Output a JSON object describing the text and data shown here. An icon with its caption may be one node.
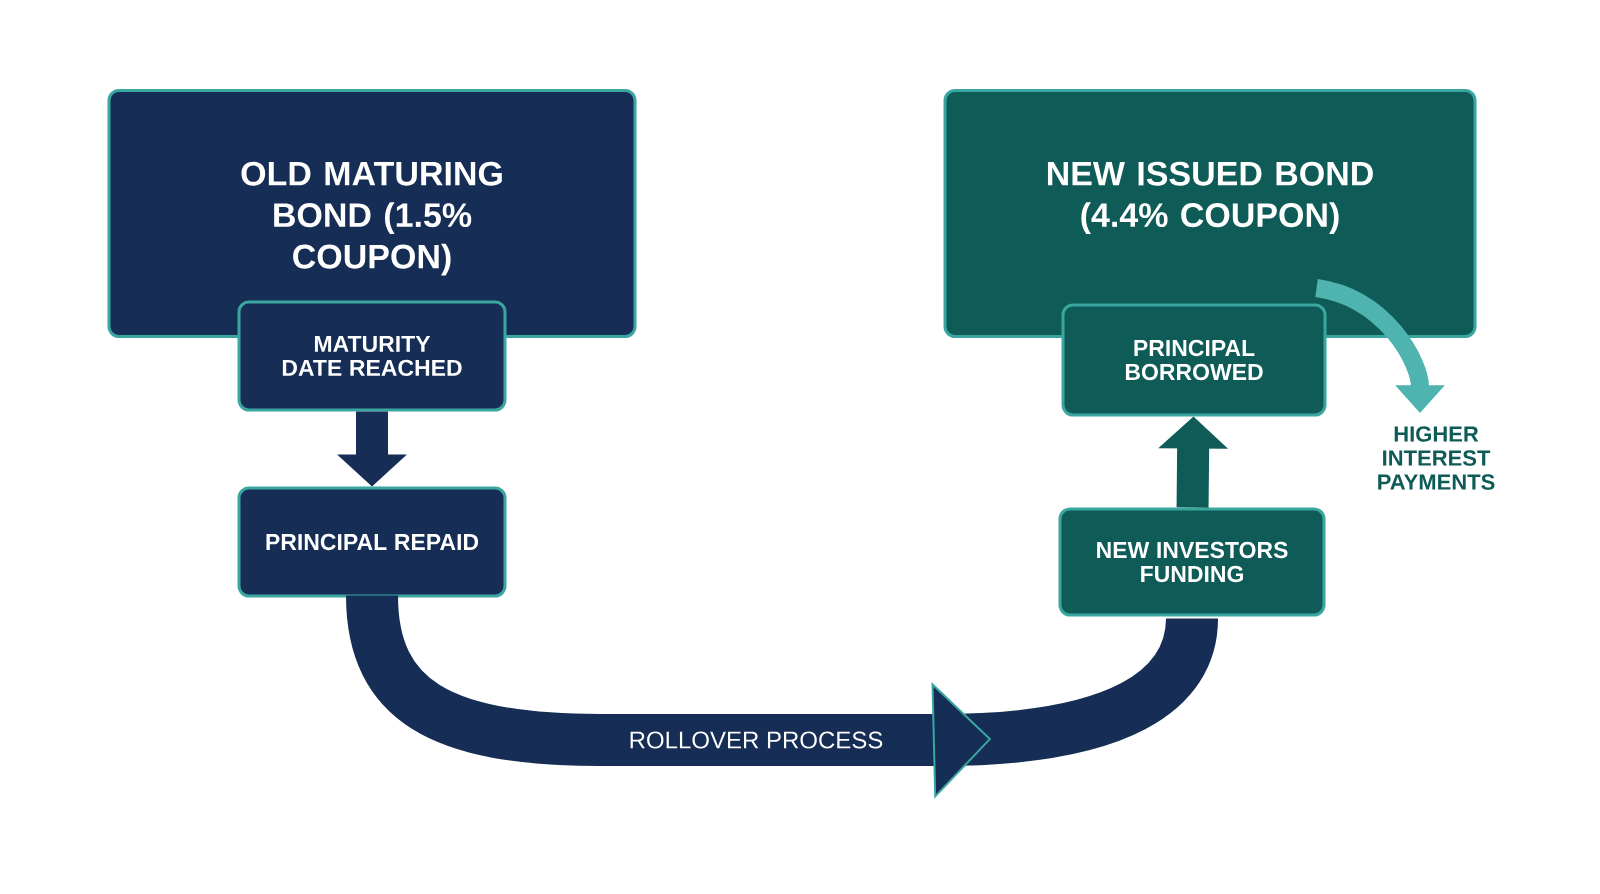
{
  "diagram": {
    "nodes": [
      {
        "text": [
          "OLD MATURING BOND (1.5% COUPON)"
        ]
      },
      {
        "text": [
          "MATURITY DATE REACHED"
        ]
      },
      {
        "text": [
          "PRINCIPAL REPAID"
        ]
      },
      {
        "text": [
          "NEW ISSUED BOND (4.4% COUPON)"
        ]
      },
      {
        "text": [
          "PRINCIPAL BORROWED"
        ]
      },
      {
        "text": [
          "NEW INVESTORS FUNDING"
        ]
      },
      {
        "text": [
          "HIGHER INTEREST PAYMENTS"
        ]
      }
    ],
    "edges": [
      {
        "from": 1,
        "to": 2,
        "arrow": "to",
        "color": "#162d55"
      },
      {
        "from": 2,
        "to": 5,
        "arrow": "to",
        "label": "ROLLOVER PROCESS",
        "color": "#162d55"
      },
      {
        "from": 5,
        "to": 4,
        "arrow": "to",
        "color": "#0e5b57"
      },
      {
        "from": 3,
        "to": 6,
        "arrow": "to",
        "color": "#4fb3b0"
      }
    ]
  }
}
